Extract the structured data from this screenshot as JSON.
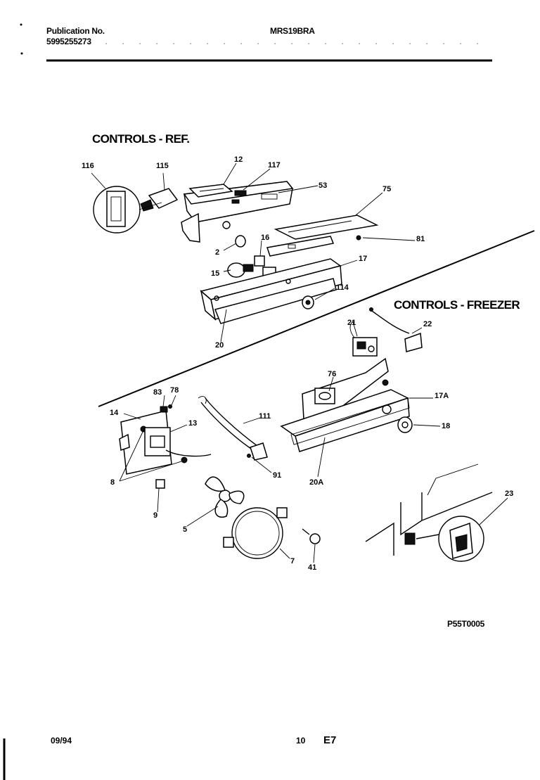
{
  "header": {
    "publication_label": "Publication No.",
    "publication_number": "5995255273",
    "model": "MRS19BRA"
  },
  "sections": {
    "ref_title": "CONTROLS - REF.",
    "freezer_title": "CONTROLS - FREEZER"
  },
  "part_callouts": [
    "116",
    "115",
    "12",
    "117",
    "53",
    "75",
    "81",
    "2",
    "16",
    "15",
    "17",
    "114",
    "20",
    "21",
    "22",
    "76",
    "17A",
    "18",
    "20A",
    "83",
    "78",
    "14",
    "13",
    "111",
    "91",
    "8",
    "9",
    "5",
    "7",
    "41",
    "23"
  ],
  "figure_code": "P55T0005",
  "footer": {
    "date": "09/94",
    "page_number": "10",
    "section_code": "E7"
  }
}
